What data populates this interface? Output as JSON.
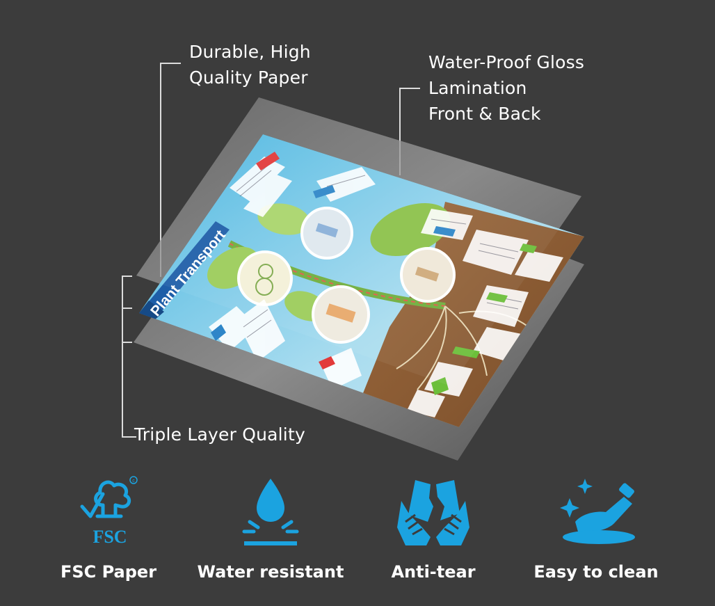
{
  "callouts": {
    "paper": [
      "Durable, High",
      "Quality Paper"
    ],
    "lamination": [
      "Water-Proof Gloss",
      "Lamination",
      "Front & Back"
    ],
    "triple": "Triple Layer Quality"
  },
  "poster": {
    "title": "Plant Transport"
  },
  "features": [
    {
      "icon": "fsc-tree-icon",
      "label": "FSC Paper",
      "badge": "FSC"
    },
    {
      "icon": "water-drop-icon",
      "label": "Water resistant"
    },
    {
      "icon": "torn-paper-hands-icon",
      "label": "Anti-tear"
    },
    {
      "icon": "hand-wipe-sparkle-icon",
      "label": "Easy to clean"
    }
  ],
  "colors": {
    "background": "#3c3c3c",
    "accent_blue": "#1ba3e0",
    "text": "#ffffff"
  }
}
